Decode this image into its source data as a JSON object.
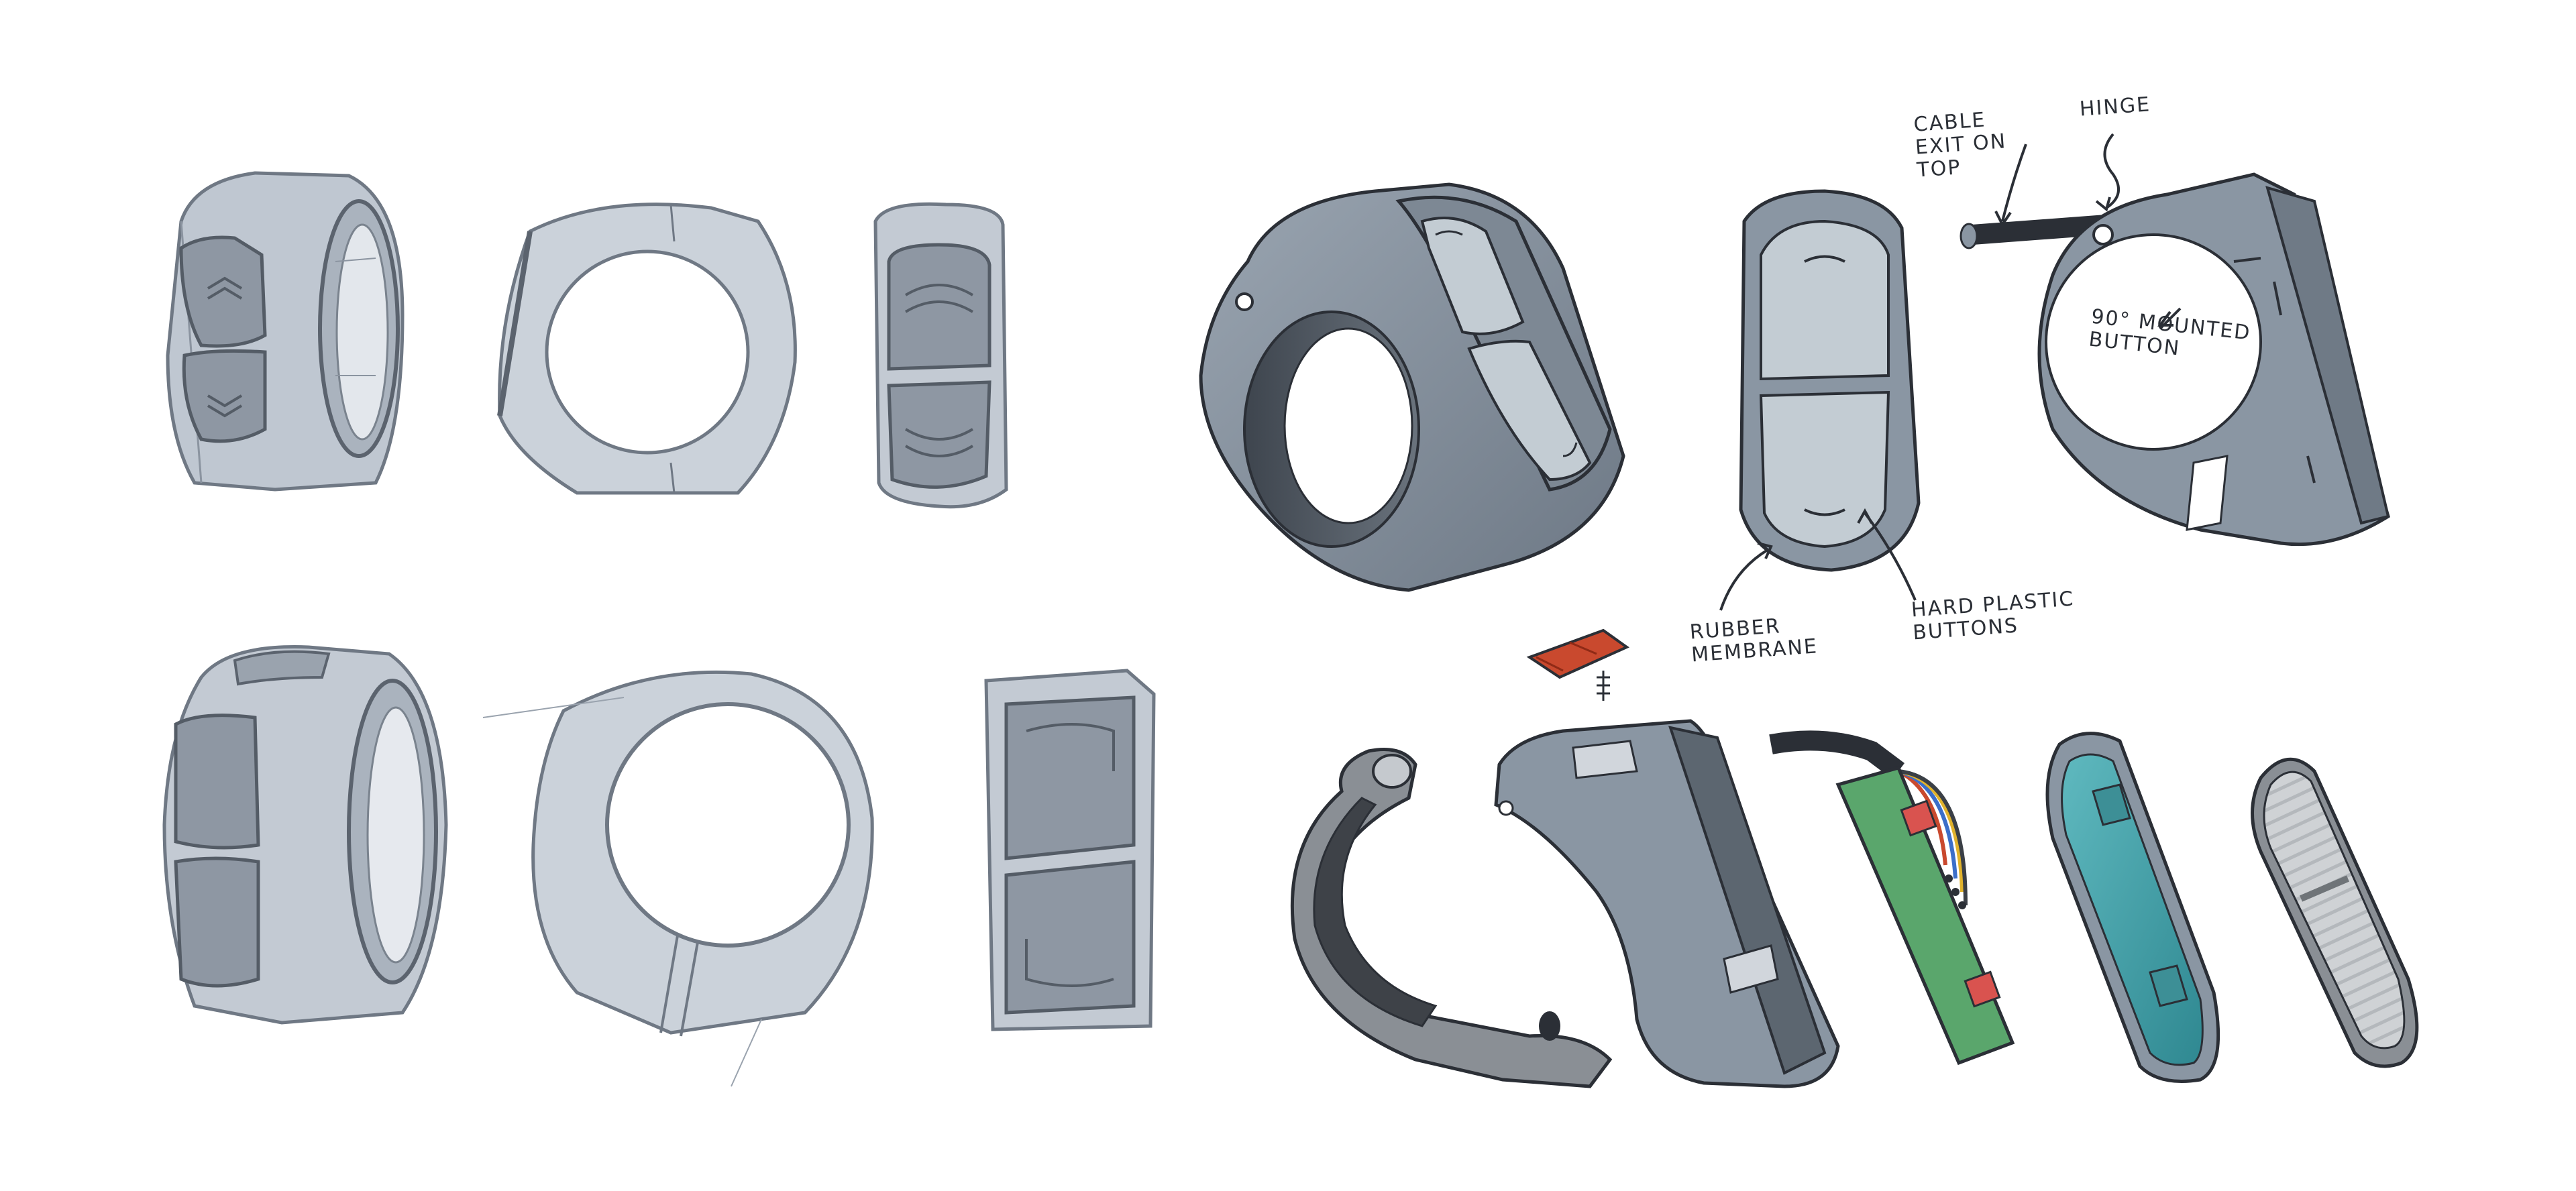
{
  "annotations": {
    "cable_exit": [
      "CABLE",
      "EXIT ON",
      "TOP"
    ],
    "hinge": [
      "HINGE"
    ],
    "mounted_button": [
      "90° MOUNTED",
      "BUTTON"
    ],
    "rubber_membrane": [
      "RUBBER",
      "MEMBRANE"
    ],
    "hard_plastic": [
      "HARD PLASTIC",
      "BUTTONS"
    ]
  },
  "colors": {
    "sketch_fill": "#c9d0d9",
    "sketch_line": "#6f7884",
    "render_body": "#8a96a3",
    "render_button": "#c3ccd3",
    "pcb": "#5aa66c",
    "cover": "#4fa6ad",
    "rubber_pad": "#c9492e",
    "ink": "#2b2f36"
  },
  "icons": [
    "arrow-icon"
  ]
}
